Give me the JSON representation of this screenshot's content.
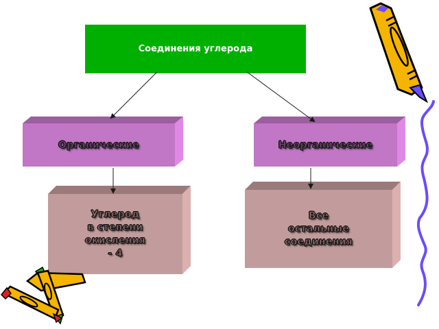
{
  "diagram": {
    "root": {
      "label": "Соединения углерода",
      "color": "#00b000"
    },
    "categories": [
      {
        "label": "Органические",
        "color": "#c276c6",
        "detail": {
          "lines": [
            "Углерод",
            "в степени",
            "окисления",
            "- 4"
          ]
        }
      },
      {
        "label": "Неорганические",
        "color": "#c276c6",
        "detail": {
          "lines": [
            "Все",
            "остальные",
            "соединения"
          ]
        }
      }
    ],
    "colors": {
      "purple_front": "#c276c6",
      "purple_top": "#9b5e9e",
      "purple_side": "#e088e6",
      "brown_front": "#c29c9c",
      "brown_top": "#9a7a7a",
      "brown_side": "#ddb0b0",
      "arrow": "#1a1a1a",
      "squiggle": "#6a4cff",
      "crayon_body": "#f5b400"
    }
  },
  "decorations": [
    "crayon-top-right-icon",
    "squiggle-line-icon",
    "crayons-bottom-left-icon"
  ]
}
